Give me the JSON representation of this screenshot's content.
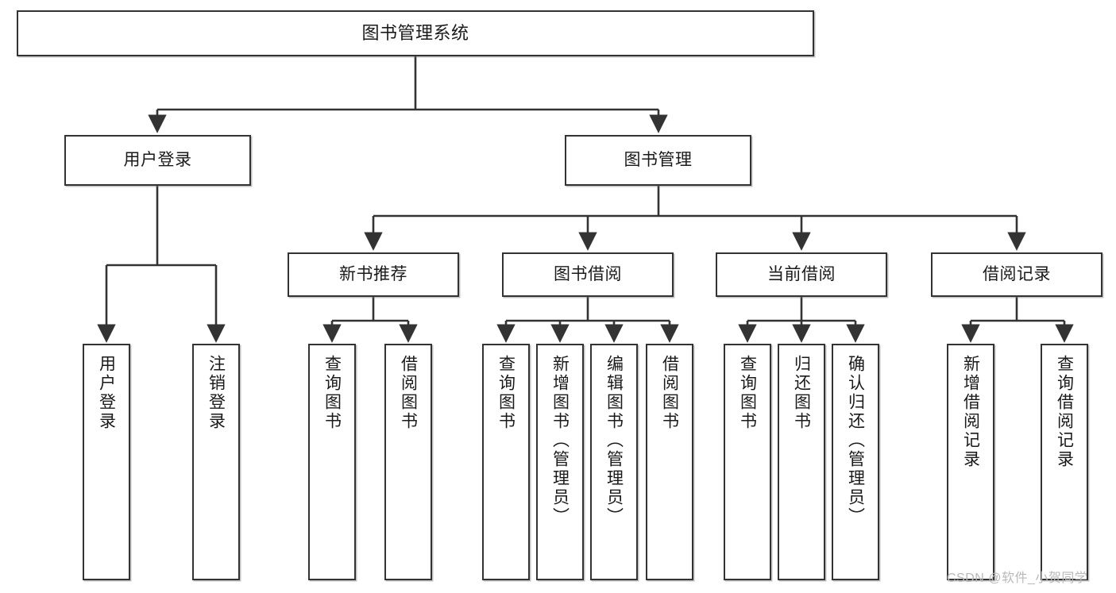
{
  "diagram": {
    "title": "图书管理系统",
    "type": "功能结构图",
    "watermark": "CSDN @软件_小贺同学",
    "colors": {
      "border": "#333333",
      "background": "#ffffff",
      "text": "#1a1a1a",
      "edge": "#333333",
      "watermark": "#b9b9b9"
    },
    "nodes": {
      "root": {
        "label": "图书管理系统"
      },
      "level2": [
        {
          "id": "user-login",
          "label": "用户登录"
        },
        {
          "id": "book-manage",
          "label": "图书管理"
        }
      ],
      "level3": [
        {
          "id": "new-book-recommend",
          "label": "新书推荐"
        },
        {
          "id": "book-borrow",
          "label": "图书借阅"
        },
        {
          "id": "current-borrow",
          "label": "当前借阅"
        },
        {
          "id": "borrow-record",
          "label": "借阅记录"
        }
      ],
      "leaves": [
        {
          "id": "leaf-user-login",
          "label": "用户登录",
          "parent": "user-login"
        },
        {
          "id": "leaf-logout",
          "label": "注销登录",
          "parent": "user-login"
        },
        {
          "id": "leaf-query-book-1",
          "label": "查询图书",
          "parent": "new-book-recommend"
        },
        {
          "id": "leaf-borrow-book-1",
          "label": "借阅图书",
          "parent": "new-book-recommend"
        },
        {
          "id": "leaf-query-book-2",
          "label": "查询图书",
          "parent": "book-borrow"
        },
        {
          "id": "leaf-add-book",
          "label": "新增图书（管理员）",
          "parent": "book-borrow"
        },
        {
          "id": "leaf-edit-book",
          "label": "编辑图书（管理员）",
          "parent": "book-borrow"
        },
        {
          "id": "leaf-borrow-book-2",
          "label": "借阅图书",
          "parent": "book-borrow"
        },
        {
          "id": "leaf-query-book-3",
          "label": "查询图书",
          "parent": "current-borrow"
        },
        {
          "id": "leaf-return-book",
          "label": "归还图书",
          "parent": "current-borrow"
        },
        {
          "id": "leaf-confirm-return",
          "label": "确认归还（管理员）",
          "parent": "current-borrow"
        },
        {
          "id": "leaf-add-record",
          "label": "新增借阅记录",
          "parent": "borrow-record"
        },
        {
          "id": "leaf-query-record",
          "label": "查询借阅记录",
          "parent": "borrow-record"
        }
      ]
    }
  }
}
